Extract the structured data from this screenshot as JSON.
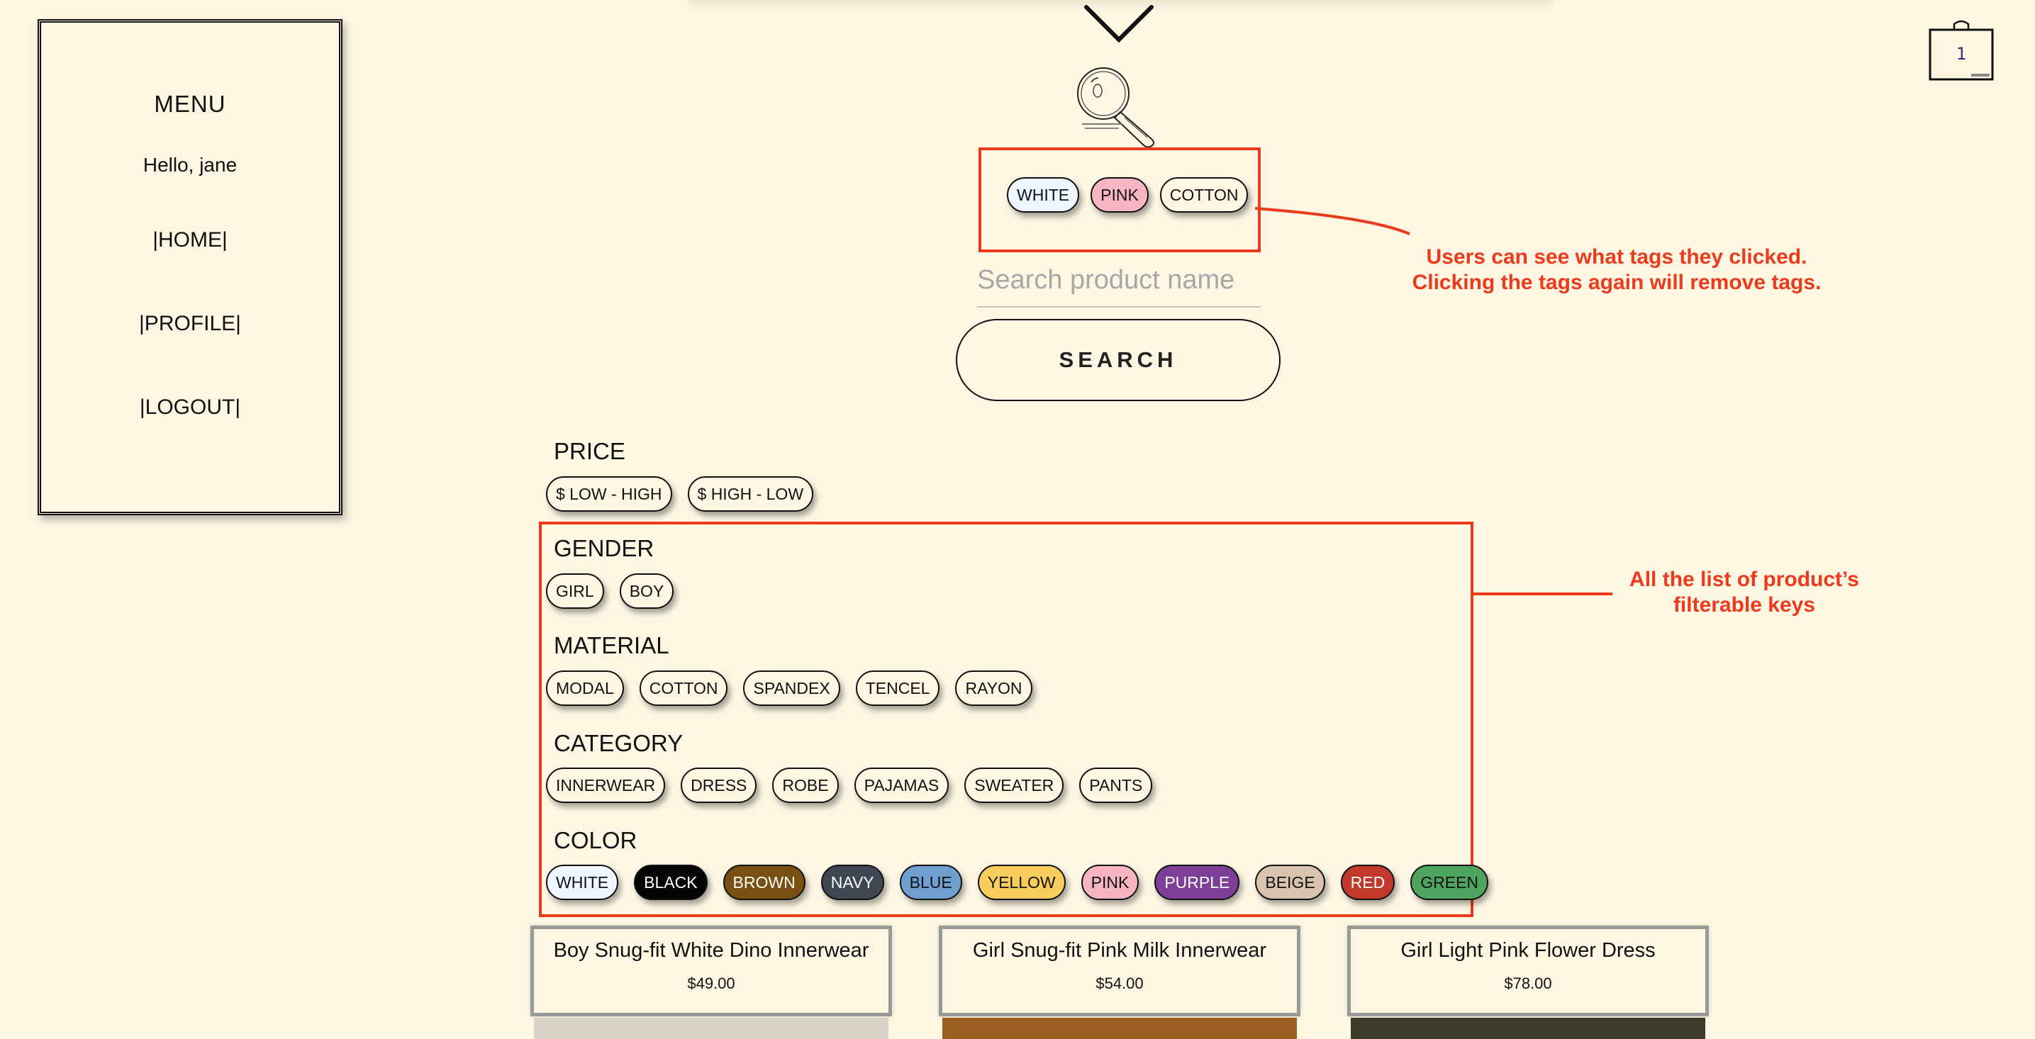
{
  "menu": {
    "title": "MENU",
    "greeting": "Hello, jane",
    "links": [
      "|HOME|",
      "|PROFILE|",
      "|LOGOUT|"
    ]
  },
  "cart": {
    "count": "1"
  },
  "search": {
    "selected_tags": [
      {
        "label": "WHITE",
        "color": "#eef6ff",
        "text_color": "#111111"
      },
      {
        "label": "PINK",
        "color": "#f7b5c3",
        "text_color": "#111111"
      },
      {
        "label": "COTTON",
        "color": "#fcf6e3",
        "text_color": "#111111"
      }
    ],
    "placeholder": "Search product name",
    "button_label": "SEARCH"
  },
  "filters": {
    "price": {
      "label": "PRICE",
      "options": [
        "$ LOW - HIGH",
        "$ HIGH - LOW"
      ]
    },
    "gender": {
      "label": "GENDER",
      "options": [
        "GIRL",
        "BOY"
      ]
    },
    "material": {
      "label": "MATERIAL",
      "options": [
        "MODAL",
        "COTTON",
        "SPANDEX",
        "TENCEL",
        "RAYON"
      ]
    },
    "category": {
      "label": "CATEGORY",
      "options": [
        "INNERWEAR",
        "DRESS",
        "ROBE",
        "PAJAMAS",
        "SWEATER",
        "PANTS"
      ]
    },
    "color": {
      "label": "COLOR",
      "options": [
        {
          "label": "WHITE",
          "bg": "#eef6ff",
          "fg": "#111111"
        },
        {
          "label": "BLACK",
          "bg": "#050505",
          "fg": "#ffffff"
        },
        {
          "label": "BROWN",
          "bg": "#7a4f12",
          "fg": "#ffffff"
        },
        {
          "label": "NAVY",
          "bg": "#3f4852",
          "fg": "#ffffff"
        },
        {
          "label": "BLUE",
          "bg": "#6f9fcf",
          "fg": "#111111"
        },
        {
          "label": "YELLOW",
          "bg": "#f7cd5c",
          "fg": "#111111"
        },
        {
          "label": "PINK",
          "bg": "#f7b5c3",
          "fg": "#111111"
        },
        {
          "label": "PURPLE",
          "bg": "#7d3f98",
          "fg": "#ffffff"
        },
        {
          "label": "BEIGE",
          "bg": "#d9c2ae",
          "fg": "#111111"
        },
        {
          "label": "RED",
          "bg": "#c0392b",
          "fg": "#ffffff"
        },
        {
          "label": "GREEN",
          "bg": "#4fa460",
          "fg": "#111111"
        }
      ]
    }
  },
  "annotations": {
    "selected_note": [
      "Users can see what tags they clicked.",
      "Clicking the tags again will remove tags."
    ],
    "filters_note": [
      "All the list of product’s",
      "filterable keys"
    ],
    "accent": "#ec3a1d"
  },
  "products": [
    {
      "name": "Boy Snug-fit White Dino Innerwear",
      "price": "$49.00",
      "img_color": "#d8d2c6"
    },
    {
      "name": "Girl Snug-fit Pink Milk Innerwear",
      "price": "$54.00",
      "img_color": "#9b5f22"
    },
    {
      "name": "Girl Light Pink Flower Dress",
      "price": "$78.00",
      "img_color": "#3d3b2a"
    }
  ]
}
